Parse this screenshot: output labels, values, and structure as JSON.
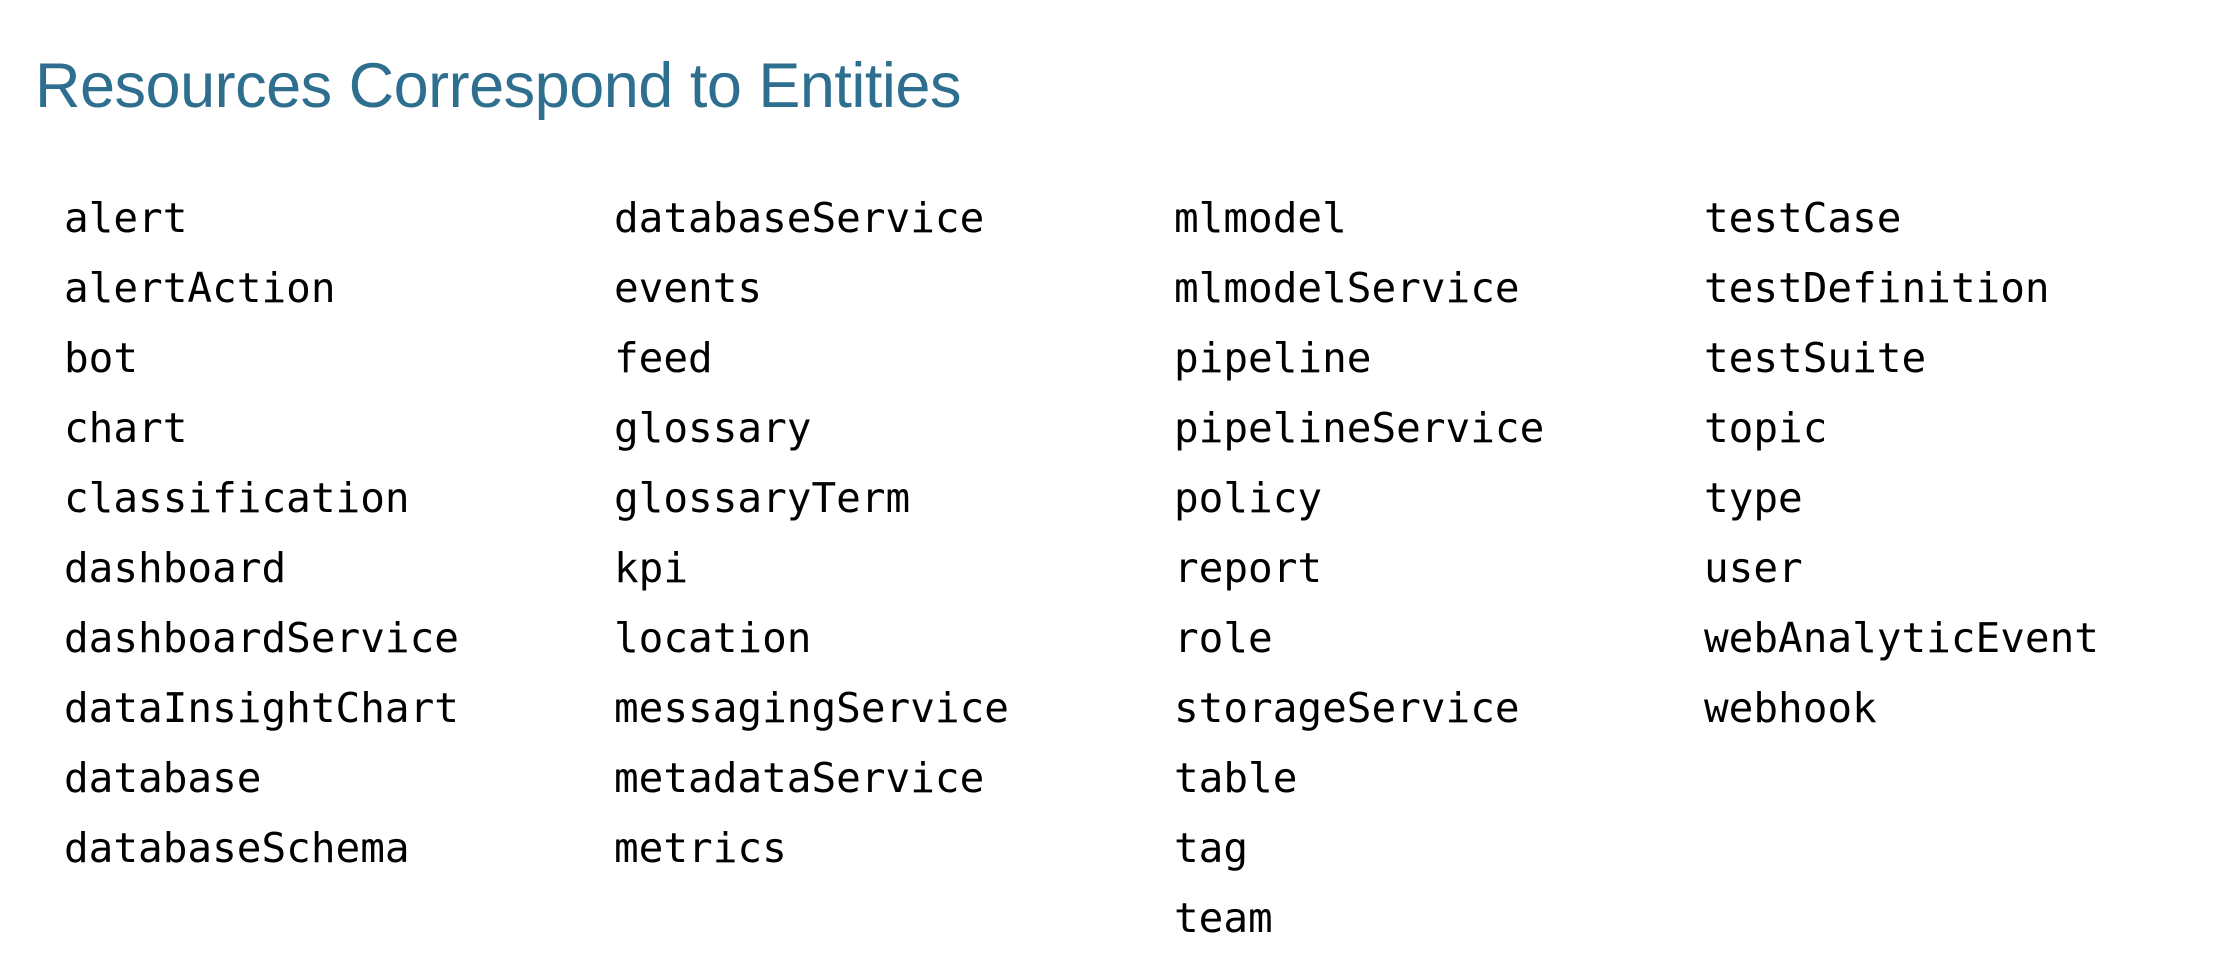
{
  "slide": {
    "title": "Resources Correspond to Entities",
    "title_color": "#2E6E8E",
    "background_color": "#FFFFFF",
    "text_color": "#000000"
  },
  "columns": [
    {
      "index": 0,
      "items": [
        "alert",
        "alertAction",
        "bot",
        "chart",
        "classification",
        "dashboard",
        "dashboardService",
        "dataInsightChart",
        "database",
        "databaseSchema"
      ]
    },
    {
      "index": 1,
      "items": [
        "databaseService",
        "events",
        "feed",
        "glossary",
        "glossaryTerm",
        "kpi",
        "location",
        "messagingService",
        "metadataService",
        "metrics"
      ]
    },
    {
      "index": 2,
      "items": [
        "mlmodel",
        "mlmodelService",
        "pipeline",
        "pipelineService",
        "policy",
        "report",
        "role",
        "storageService",
        "table",
        "tag",
        "team"
      ]
    },
    {
      "index": 3,
      "items": [
        "testCase",
        "testDefinition",
        "testSuite",
        "topic",
        "type",
        "user",
        "webAnalyticEvent",
        "webhook"
      ]
    }
  ]
}
